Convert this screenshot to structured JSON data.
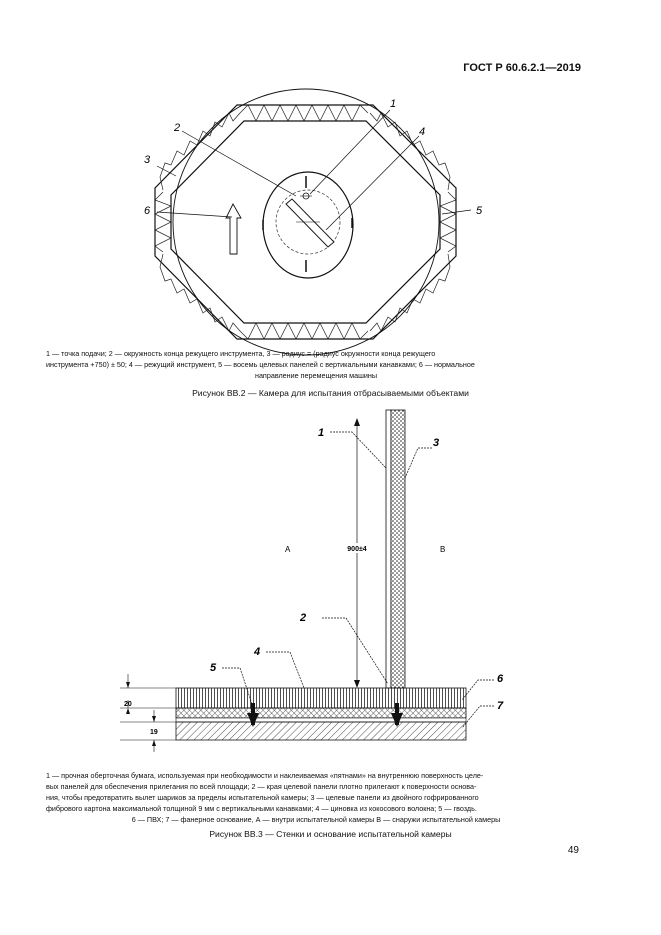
{
  "header": {
    "standard": "ГОСТ Р 60.6.2.1—2019"
  },
  "figure1": {
    "labels": [
      "1",
      "2",
      "3",
      "4",
      "5",
      "6"
    ],
    "caption_lines": [
      "1 — точка подачи; 2 — окружность конца режущего инструмента, 3 — радиус = (радиус окружности конца режущего",
      "инструмента +750) ± 50; 4 — режущий инструмент, 5 — восемь целевых панелей с вертикальными канавками; 6 — нормальное",
      "направление перемещения машины"
    ],
    "title": "Рисунок ВВ.2 — Камера для испытания отбрасываемыми объектами"
  },
  "figure2": {
    "labels": [
      "1",
      "2",
      "3",
      "4",
      "5",
      "6",
      "7"
    ],
    "side_a": "А",
    "side_b": "В",
    "dim_height": "900±4",
    "dim_20": "20",
    "dim_19": "19",
    "caption_lines": [
      "1 — прочная оберточная бумага, используемая при необходимости и наклеиваемая «пятнами» на внутреннюю поверхность целе-",
      "вых панелей для обеспечения прилегания по всей площади; 2 — края целевой панели плотно прилегают к поверхности основа-",
      "ния, чтобы предотвратить вылет шариков за пределы испытательной камеры; 3 — целевые панели из двойного гофрированного",
      "фибрового картона максимальной толщиной 9 мм с вертикальными канавками; 4 — циновка из кокосового волокна; 5 — гвоздь.",
      "6 — ПВХ; 7 — фанерное основание, А — внутри испытательной камеры В — снаружи испытательной камеры"
    ],
    "title": "Рисунок ВВ.3 — Стенки и основание испытательной камеры"
  },
  "page_number": "49"
}
